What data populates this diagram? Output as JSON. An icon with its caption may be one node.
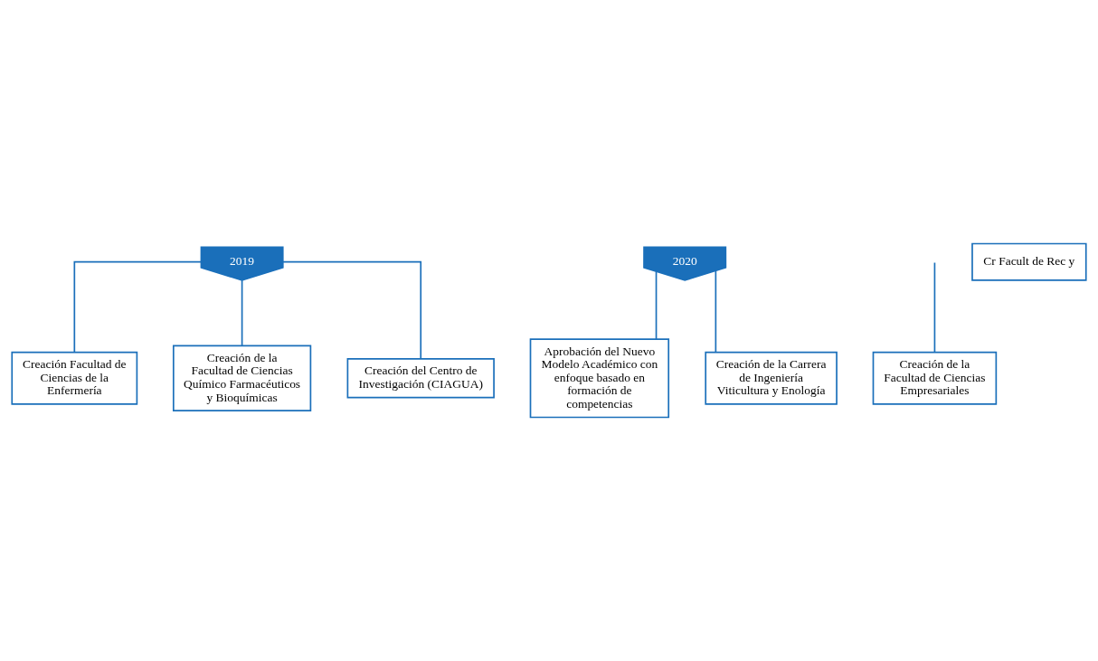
{
  "diagram": {
    "nodes": [
      {
        "text": [
          "2019"
        ]
      },
      {
        "text": [
          "Creación Facultad de Ciencias de la Enfermería"
        ]
      },
      {
        "text": [
          "Creación de la Facultad de Ciencias Químico Farmacéuticos y Bioquímicas"
        ]
      },
      {
        "text": [
          "Creación del Centro de Investigación (CIAGUA)"
        ]
      },
      {
        "text": [
          "2020"
        ]
      },
      {
        "text": [
          "Aprobación del Nuevo Modelo Académico con enfoque basado en formación de competencias"
        ]
      },
      {
        "text": [
          "Creación de la Carrera de Ingeniería Viticultura y Enología"
        ]
      },
      {
        "text": [
          "Creación de la Facultad de Ciencias Empresariales"
        ]
      },
      {
        "text": [
          "Cr Facult de Rec y"
        ]
      }
    ],
    "edges": [
      {
        "from": 0,
        "to": 1,
        "arrow": "none"
      },
      {
        "from": 0,
        "to": 2,
        "arrow": "none"
      },
      {
        "from": 0,
        "to": 3,
        "arrow": "none"
      },
      {
        "from": 4,
        "to": 5,
        "arrow": "none"
      },
      {
        "from": 4,
        "to": 6,
        "arrow": "none"
      },
      {
        "from": null,
        "to": 7,
        "arrow": "none"
      }
    ]
  }
}
